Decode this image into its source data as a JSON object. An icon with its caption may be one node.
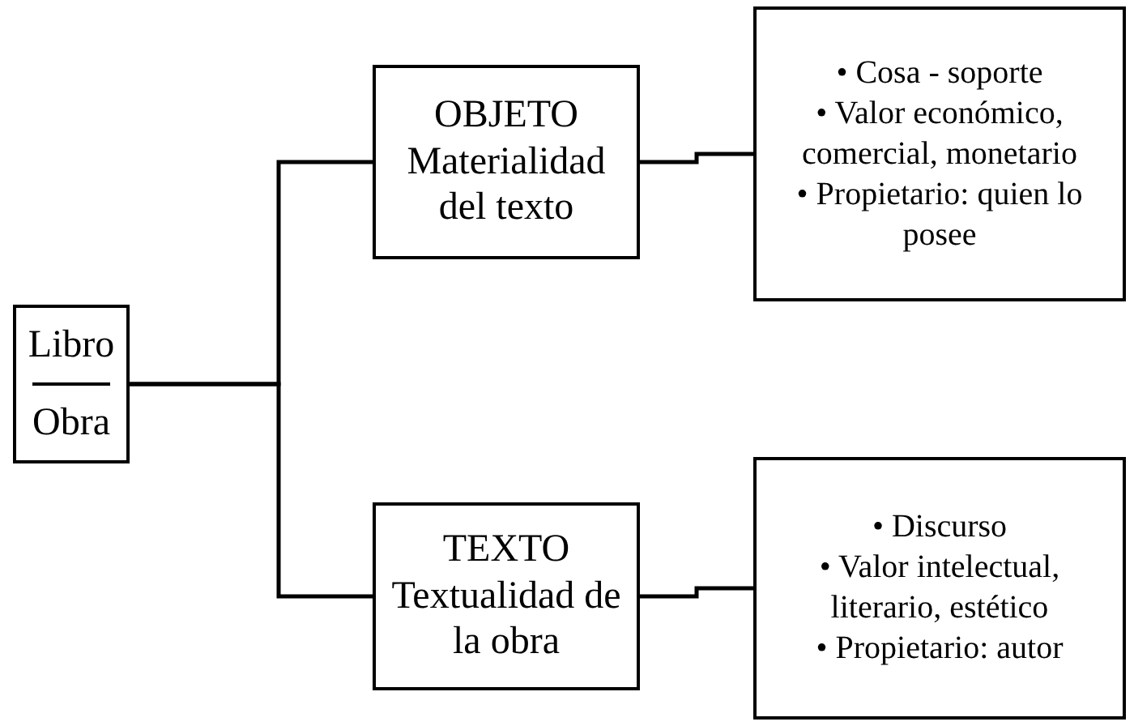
{
  "diagram": {
    "nodes": [
      {
        "text": [
          "Libro",
          "Obra"
        ]
      },
      {
        "text": [
          "OBJETO",
          "Materialidad del texto"
        ]
      },
      {
        "text": [
          "• Cosa - soporte",
          "• Valor económico, comercial, monetario",
          "• Propietario: quien lo posee"
        ]
      },
      {
        "text": [
          "TEXTO",
          "Textualidad de la obra"
        ]
      },
      {
        "text": [
          "• Discurso",
          "• Valor intelectual, literario, estético",
          "• Propietario: autor"
        ]
      }
    ],
    "edges": [
      {
        "from": 0,
        "to": 1,
        "arrow": "none"
      },
      {
        "from": 0,
        "to": 3,
        "arrow": "none"
      },
      {
        "from": 1,
        "to": 2,
        "arrow": "none"
      },
      {
        "from": 3,
        "to": 4,
        "arrow": "none"
      }
    ]
  }
}
